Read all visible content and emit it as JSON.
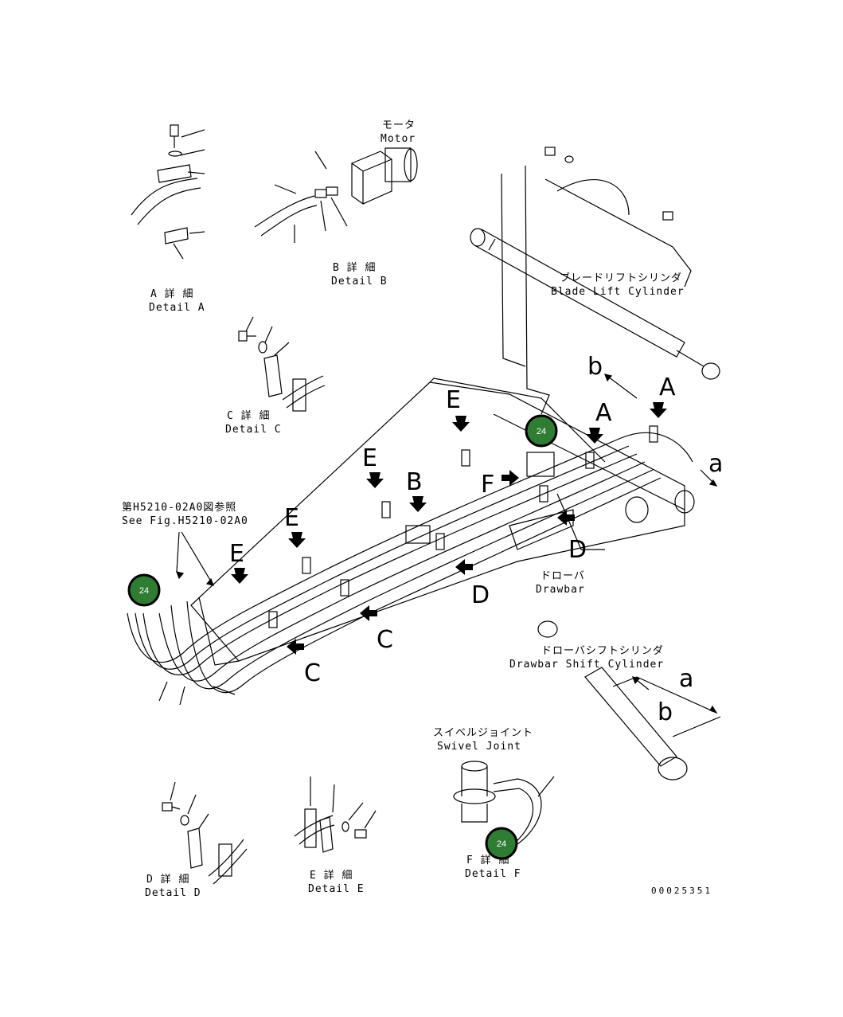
{
  "callouts": {
    "motor_jp": "モータ",
    "motor_en": "Motor",
    "blade_lift_jp": "ブレードリフトシリンダ",
    "blade_lift_en": "Blade Lift Cylinder",
    "drawbar_jp": "ドローバ",
    "drawbar_en": "Drawbar",
    "drawbar_shift_jp": "ドローバシフトシリンダ",
    "drawbar_shift_en": "Drawbar Shift Cylinder",
    "swivel_jp": "スイベルジョイント",
    "swivel_en": "Swivel Joint",
    "see_fig_jp": "第H5210-02A0図参照",
    "see_fig_en": "See Fig.H5210-02A0"
  },
  "details": {
    "a_jp": "A 詳 細",
    "a_en": "Detail A",
    "b_jp": "B 詳 細",
    "b_en": "Detail B",
    "c_jp": "C 詳 細",
    "c_en": "Detail C",
    "d_jp": "D 詳 細",
    "d_en": "Detail D",
    "e_jp": "E 詳 細",
    "e_en": "Detail E",
    "f_jp": "F 詳 細",
    "f_en": "Detail F"
  },
  "view_letters": {
    "A": "A",
    "B": "B",
    "C": "C",
    "D": "D",
    "E": "E",
    "F": "F",
    "a": "a",
    "b": "b"
  },
  "hotspots": [
    "24",
    "24",
    "24"
  ],
  "figure_code": "00025351",
  "colors": {
    "hotspot_fill": "#2e7d32",
    "hotspot_ring": "#000000",
    "line": "#000000"
  }
}
